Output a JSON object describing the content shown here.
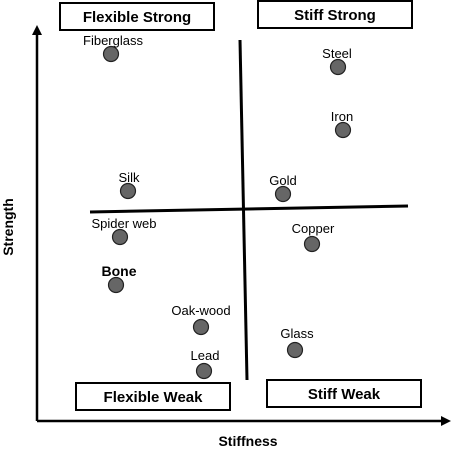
{
  "quadrants": {
    "flexible_strong": "Flexible Strong",
    "stiff_strong": "Stiff Strong",
    "flexible_weak": "Flexible Weak",
    "stiff_weak": "Stiff Weak"
  },
  "axes": {
    "x_label": "Stiffness",
    "y_label": "Strength"
  },
  "materials": [
    {
      "label": "Fiberglass"
    },
    {
      "label": "Steel"
    },
    {
      "label": "Iron"
    },
    {
      "label": "Silk"
    },
    {
      "label": "Gold"
    },
    {
      "label": "Spider web"
    },
    {
      "label": "Copper"
    },
    {
      "label": "Bone"
    },
    {
      "label": "Oak-wood"
    },
    {
      "label": "Glass"
    },
    {
      "label": "Lead"
    }
  ]
}
